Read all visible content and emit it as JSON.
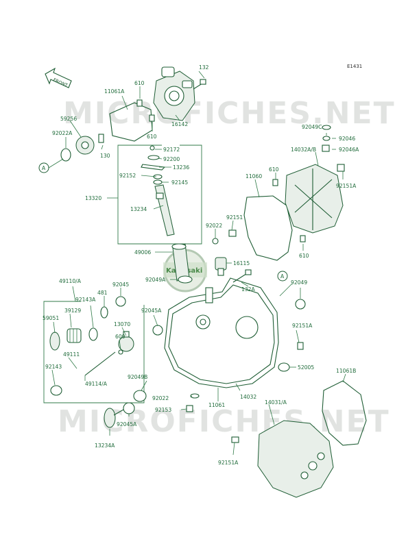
{
  "ref_code": "E1431",
  "front_marker": "FRONT",
  "watermark": "MICROFICHES.NET",
  "logo_text": "Kawasaki",
  "labels": {
    "p132_top": "132",
    "p11061A_top": "11061A",
    "p610_a": "610",
    "p59256": "59256",
    "p16142": "16142",
    "p610_b": "610",
    "p92022A": "92022A",
    "p130": "130",
    "circleA_left": "A",
    "p92172": "92172",
    "p92200": "92200",
    "p13236": "13236",
    "p92152": "92152",
    "p92145": "92145",
    "p13320": "13320",
    "p13234": "13234",
    "p92049C": "92049C",
    "p92046": "92046",
    "p14032AB": "14032A/B",
    "p92046A": "92046A",
    "p610_c": "610",
    "p11060": "11060",
    "p92151A_r": "92151A",
    "p92151": "92151",
    "p92022": "92022",
    "p610_d": "610",
    "p49006": "49006",
    "p16115": "16115",
    "p92049A": "92049A",
    "circleA_mid": "A",
    "p92049": "92049",
    "p132A": "132A",
    "p49110A": "49110/A",
    "p92045": "92045",
    "p481": "481",
    "p92143A": "92143A",
    "p39129": "39129",
    "p59051": "59051",
    "p13070": "13070",
    "p92045A_top": "92045A",
    "p600": "600",
    "p92151A_mid": "92151A",
    "p49111": "49111",
    "p92143": "92143",
    "p49114A": "49114/A",
    "p52005": "52005",
    "p92049B": "92049B",
    "p11061B": "11061B",
    "p14032": "14032",
    "p92022_b": "92022",
    "p11061": "11061",
    "p14031A": "14031/A",
    "p92153": "92153",
    "p92045A_bot": "92045A",
    "p13234A": "13234A",
    "p92151A_bot": "92151A"
  }
}
